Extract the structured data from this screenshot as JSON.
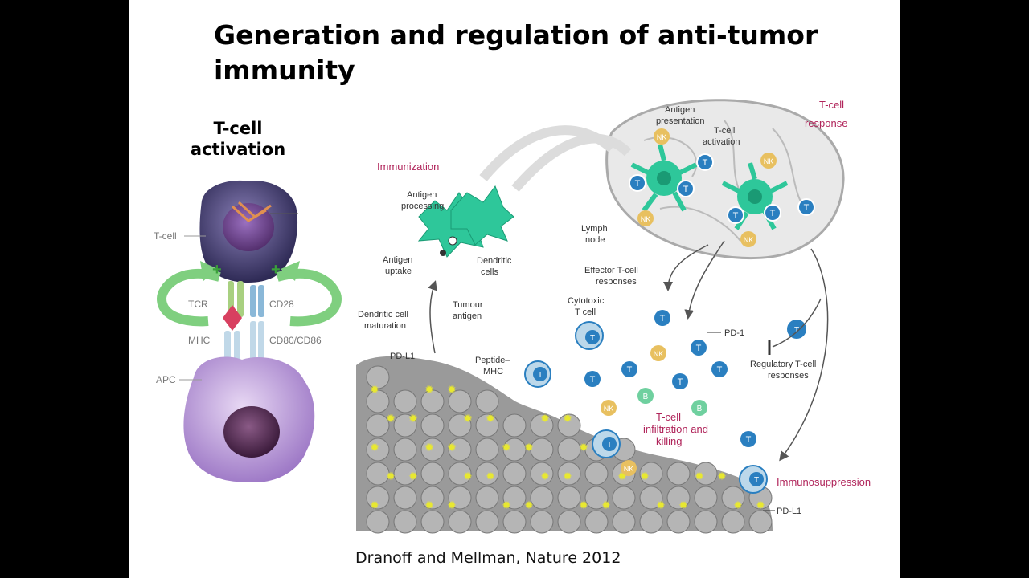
{
  "slide": {
    "title_line1": "Generation and regulation of anti-tumor",
    "title_line2": "immunity",
    "citation": "Dranoff and Mellman, Nature 2012"
  },
  "left_panel": {
    "heading_line1": "T-cell",
    "heading_line2": "activation",
    "labels": {
      "tcell": "T-cell",
      "tcr": "TCR",
      "cd28": "CD28",
      "mhc": "MHC",
      "cd80": "CD80/CD86",
      "apc": "APC"
    },
    "colors": {
      "tcell": "#4a3f7a",
      "apc": "#b89ad6",
      "arrow": "#7fcf7f"
    }
  },
  "right_panel": {
    "labels": {
      "immunization": "Immunization",
      "antigen_processing_1": "Antigen",
      "antigen_processing_2": "processing",
      "antigen_uptake_1": "Antigen",
      "antigen_uptake_2": "uptake",
      "dendritic_cells_1": "Dendritic",
      "dendritic_cells_2": "cells",
      "tumour_antigen_1": "Tumour",
      "tumour_antigen_2": "antigen",
      "dc_maturation_1": "Dendritic cell",
      "dc_maturation_2": "maturation",
      "pdl1_left": "PD-L1",
      "peptide_mhc_1": "Peptide–",
      "peptide_mhc_2": "MHC",
      "antigen_presentation_1": "Antigen",
      "antigen_presentation_2": "presentation",
      "tcell_activation_1": "T-cell",
      "tcell_activation_2": "activation",
      "tcell_response_1": "T-cell",
      "tcell_response_2": "response",
      "lymph_node_1": "Lymph",
      "lymph_node_2": "node",
      "effector_1": "Effector T-cell",
      "effector_2": "responses",
      "cytotoxic_1": "Cytotoxic",
      "cytotoxic_2": "T cell",
      "pd1": "PD-1",
      "regulatory_1": "Regulatory T-cell",
      "regulatory_2": "responses",
      "infiltration_1": "T-cell",
      "infiltration_2": "infiltration and",
      "infiltration_3": "killing",
      "immunosuppression": "Immunosuppression",
      "pdl1_right": "PD-L1"
    },
    "cell_letters": {
      "t": "T",
      "nk": "NK",
      "b": "B"
    },
    "colors": {
      "dendritic": "#2ec79a",
      "tcell": "#2a7fc0",
      "nk": "#e8c060",
      "bcell": "#6fd09f",
      "tumour": "#9a9a9a",
      "lymph_node": "#e9e9e9",
      "accent_red": "#b0245a"
    }
  }
}
